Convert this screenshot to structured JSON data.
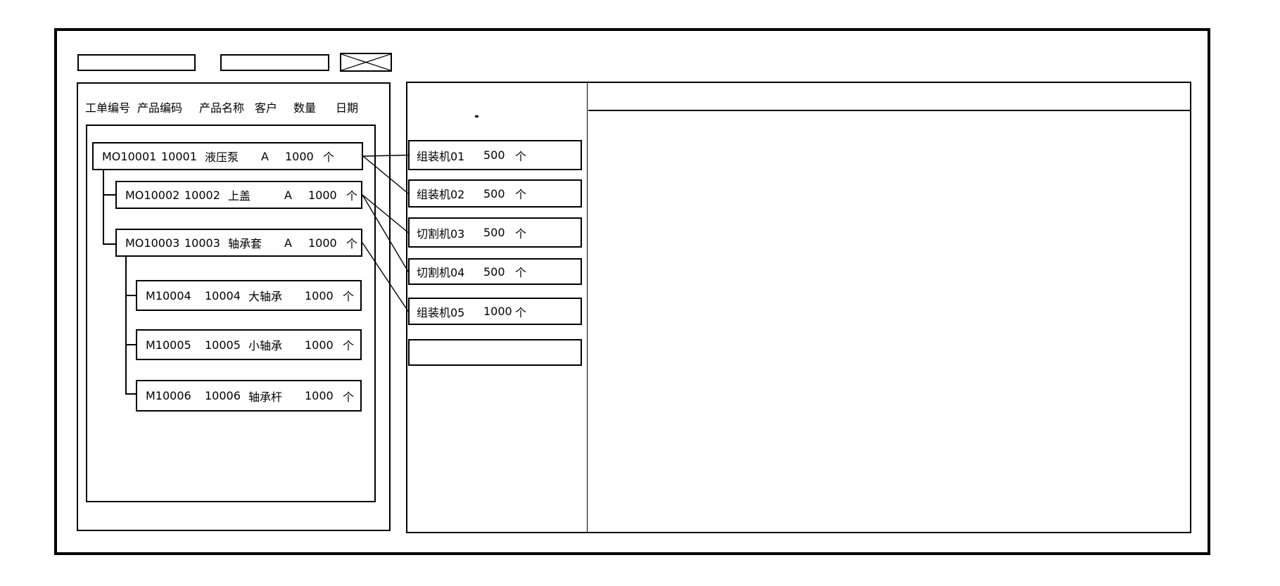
{
  "toolbar": {
    "field1_value": "",
    "field2_value": ""
  },
  "icons": {
    "image_placeholder": "x-crossed-box"
  },
  "left_panel": {
    "header_columns": [
      "工单编号",
      "产品编码",
      "产品名称",
      "客户",
      "数量",
      "日期"
    ],
    "orders": [
      {
        "order_no": "MO10001",
        "product_code": "10001",
        "product_name": "液压泵",
        "customer": "A",
        "qty": "1000",
        "unit": "个",
        "level": 0
      },
      {
        "order_no": "MO10002",
        "product_code": "10002",
        "product_name": "上盖",
        "customer": "A",
        "qty": "1000",
        "unit": "个",
        "level": 1
      },
      {
        "order_no": "MO10003",
        "product_code": "10003",
        "product_name": "轴承套",
        "customer": "A",
        "qty": "1000",
        "unit": "个",
        "level": 1
      },
      {
        "order_no": "M10004",
        "product_code": "10004",
        "product_name": "大轴承",
        "customer": "",
        "qty": "1000",
        "unit": "个",
        "level": 2
      },
      {
        "order_no": "M10005",
        "product_code": "10005",
        "product_name": "小轴承",
        "customer": "",
        "qty": "1000",
        "unit": "个",
        "level": 2
      },
      {
        "order_no": "M10006",
        "product_code": "10006",
        "product_name": "轴承杆",
        "customer": "",
        "qty": "1000",
        "unit": "个",
        "level": 2
      }
    ]
  },
  "middle_panel": {
    "workcenters": [
      {
        "name": "组装机01",
        "qty": "500",
        "unit": "个"
      },
      {
        "name": "组装机02",
        "qty": "500",
        "unit": "个"
      },
      {
        "name": "切割机03",
        "qty": "500",
        "unit": "个"
      },
      {
        "name": "切割机04",
        "qty": "500",
        "unit": "个"
      },
      {
        "name": "组装机05",
        "qty": "1000",
        "unit": "个"
      },
      {
        "name": "",
        "qty": "",
        "unit": ""
      }
    ]
  },
  "connections": [
    {
      "order": 0,
      "workcenter": 0
    },
    {
      "order": 0,
      "workcenter": 1
    },
    {
      "order": 1,
      "workcenter": 2
    },
    {
      "order": 1,
      "workcenter": 3
    },
    {
      "order": 2,
      "workcenter": 4
    }
  ],
  "right_panel": {
    "header_text": "",
    "body_text": ""
  },
  "colors": {
    "line": "#000000",
    "background": "#ffffff"
  }
}
